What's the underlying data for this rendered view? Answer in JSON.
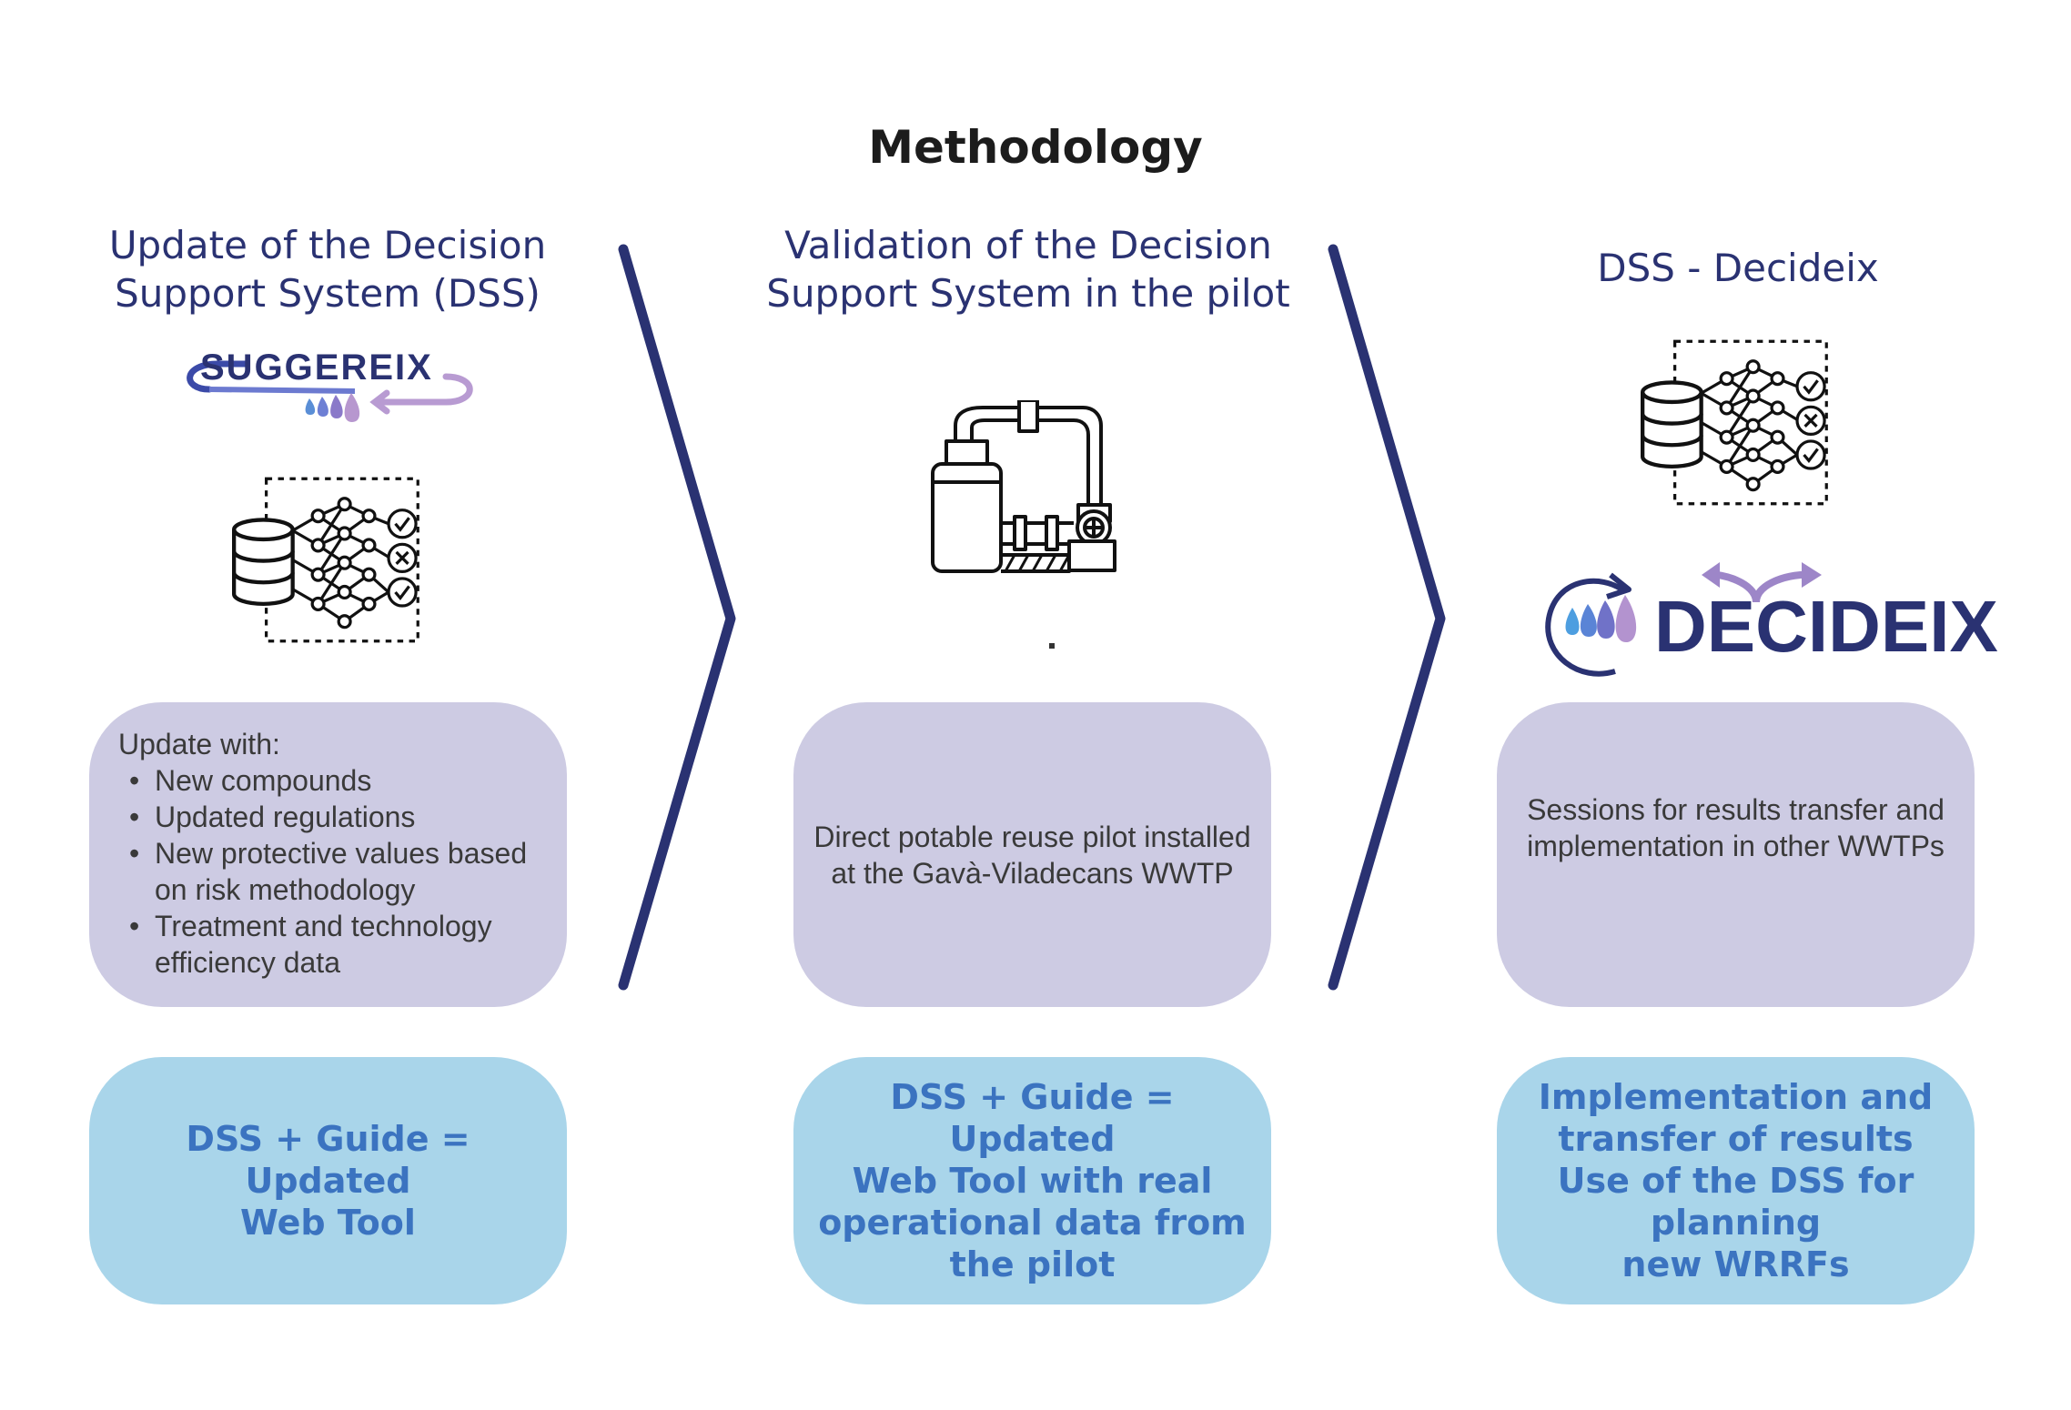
{
  "title": "Methodology",
  "columns": [
    {
      "heading_line1": "Update of the Decision",
      "heading_line2": "Support System (DSS)",
      "logo_text": "SUGGEREIX",
      "panel_intro": "Update with:",
      "panel_items": [
        "New compounds",
        "Updated regulations",
        "New protective values based on risk methodology",
        "Treatment and technology efficiency data"
      ],
      "result_line1": "DSS + Guide = Updated",
      "result_line2": "Web Tool"
    },
    {
      "heading_line1": "Validation of the Decision",
      "heading_line2": "Support System in the pilot",
      "panel_line1": "Direct potable reuse pilot installed",
      "panel_line2": "at the Gavà-Viladecans WWTP",
      "result_line1": "DSS + Guide = Updated",
      "result_line2": "Web Tool with real",
      "result_line3": "operational data from",
      "result_line4": "the pilot"
    },
    {
      "heading": "DSS - Decideix",
      "logo_text": "DECIDEIX",
      "panel_line1": "Sessions for results transfer and",
      "panel_line2": "implementation in other WWTPs",
      "result_line1": "Implementation and",
      "result_line2": "transfer of results",
      "result_line3": "Use of the DSS for planning",
      "result_line4": "new WRRFs"
    }
  ],
  "icons": [
    "dss-network-icon",
    "pilot-plant-icon",
    "suggereix-logo",
    "decideix-logo",
    "chevron-arrow"
  ],
  "colors": {
    "heading": "#2a3272",
    "panel": "#cdcbe3",
    "result": "#a9d5ea",
    "result_text": "#3b73c0",
    "arrow": "#2a3272"
  }
}
